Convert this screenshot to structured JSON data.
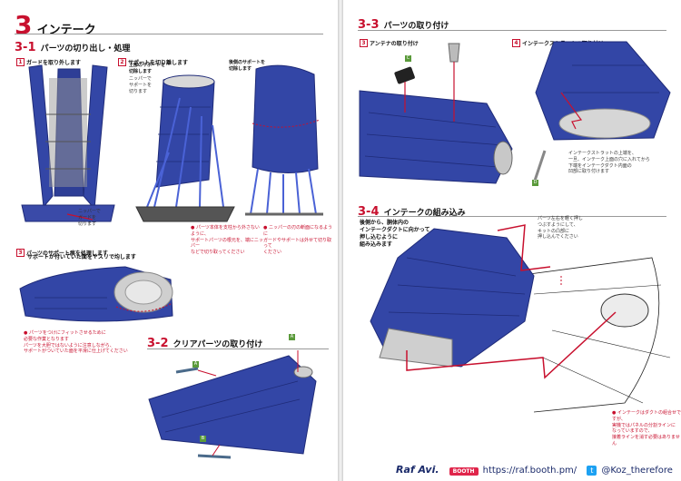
{
  "left": {
    "chapter": {
      "number": "3",
      "title": "インテーク"
    },
    "sec31": {
      "number": "3-1",
      "title": "パーツの切り出し・処理"
    },
    "step1": {
      "num": "1",
      "label": "ガードを取り外します"
    },
    "step2": {
      "num": "2",
      "label": "サポートを切り離します",
      "sub": "上部のサポートを\n切除します",
      "callout": "ニッパーで\nサポートを\n切ります",
      "rear_label": "後側のサポートを\n切除します"
    },
    "callout_guard": "ニッパーで\nガードを\n切ります",
    "note_guard": "パーツ本体を支柱から外さないように、\nサポートパーツの根元を、端にニッパー\nなどで切り取ってください",
    "note_rear": "ニッパーの刃の断面になるように\nガードやサポートは外せて切り取って\nください",
    "step3": {
      "num": "3",
      "label": "パーツのサポート痕を処理します",
      "sub": "サポートが付いていた面をヤスリで均します"
    },
    "note_step3": "パーツをつけにフィットさせるために\n必要な作業となります\nパーツを大胆ではないように注意しながら、\nサポートがついていた面を平滑に仕上げてください",
    "sec32": {
      "number": "3-2",
      "title": "クリアパーツの取り付け"
    },
    "tags": {
      "a": "A",
      "b": "B"
    }
  },
  "right": {
    "sec33": {
      "number": "3-3",
      "title": "パーツの取り付け"
    },
    "step3": {
      "num": "3",
      "label": "アンテナの取り付け"
    },
    "step4": {
      "num": "4",
      "label": "インテークストラットの取り付け"
    },
    "note_strut": "インテークストラットの上端を、\n一旦、インテーク上面の穴に入れてから\n下端をインテークダクト内面の\n凹部に取り付けます",
    "sec34": {
      "number": "3-4",
      "title": "インテークの組み込み"
    },
    "desc34": "後側から、胴体内の\nインテークダクトに向かって\n押し込むように\n組み込みます",
    "callout34": "パーツ左右を軽く押し\nつぶすようにして、\nキットの凸部に\n押し込んでください",
    "note_bottom": "インテークはダクトの組合せですが、\n実機ではパネルの分割ラインに\nなっていますので、\n接着ラインを消す必要はありません",
    "tags": {
      "c": "C",
      "d": "D"
    }
  },
  "footer": {
    "brand": "Raf Avi.",
    "booth": "BOOTH",
    "url": "https://raf.booth.pm/",
    "twitter": "@Koz_therefore"
  },
  "colors": {
    "accent": "#c8102e",
    "part_blue": "#3346a6",
    "part_dark": "#1f2b78",
    "support_blue": "#4a62d6"
  }
}
